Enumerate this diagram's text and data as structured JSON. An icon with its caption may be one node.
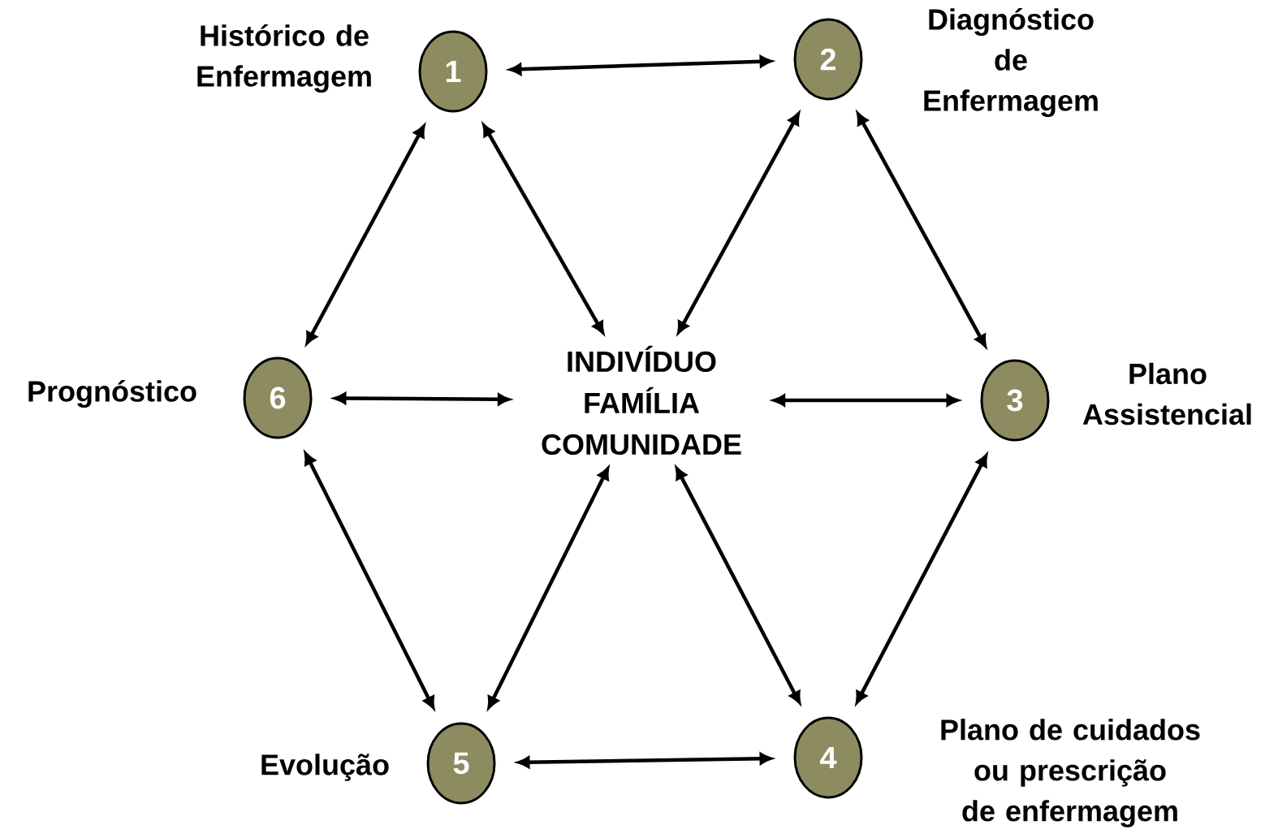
{
  "diagram": {
    "nodes": [
      {
        "text": [
          "1"
        ],
        "beside": [
          "Histórico de Enfermagem"
        ]
      },
      {
        "text": [
          "2"
        ],
        "beside": [
          "Diagnóstico de Enfermagem"
        ]
      },
      {
        "text": [
          "3"
        ],
        "beside": [
          "Plano Assistencial"
        ]
      },
      {
        "text": [
          "4"
        ],
        "beside": [
          "Plano de cuidados ou prescrição de enfermagem"
        ]
      },
      {
        "text": [
          "5"
        ],
        "beside": [
          "Evolução"
        ]
      },
      {
        "text": [
          "6"
        ],
        "beside": [
          "Prognóstico"
        ]
      },
      {
        "text": [
          "INDIVÍDUO FAMÍLIA COMUNIDADE"
        ]
      }
    ],
    "edges": [
      {
        "from": 0,
        "to": 1,
        "arrow": "both"
      },
      {
        "from": 1,
        "to": 2,
        "arrow": "both"
      },
      {
        "from": 2,
        "to": 3,
        "arrow": "both"
      },
      {
        "from": 3,
        "to": 4,
        "arrow": "both"
      },
      {
        "from": 4,
        "to": 5,
        "arrow": "both"
      },
      {
        "from": 5,
        "to": 0,
        "arrow": "both"
      },
      {
        "from": 0,
        "to": 6,
        "arrow": "both"
      },
      {
        "from": 1,
        "to": 6,
        "arrow": "both"
      },
      {
        "from": 2,
        "to": 6,
        "arrow": "both"
      },
      {
        "from": 3,
        "to": 6,
        "arrow": "both"
      },
      {
        "from": 4,
        "to": 6,
        "arrow": "both"
      },
      {
        "from": 5,
        "to": 6,
        "arrow": "both"
      }
    ]
  }
}
